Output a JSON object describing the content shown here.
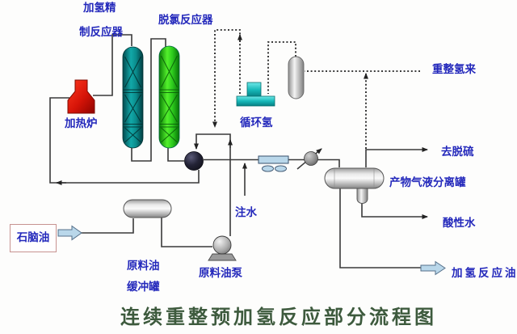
{
  "title": "连续重整预加氢反应部分流程图",
  "labels": {
    "hydrofiner_line1": "加氢精",
    "hydrofiner_line2": "制反应器",
    "dechlorination_reactor": "脱氯反应器",
    "heating_furnace": "加热炉",
    "recycle_hydrogen": "循环氢",
    "reformer_hydrogen_in": "重整氢来",
    "to_desulfurization": "去脱硫",
    "product_separator": "产物气液分离罐",
    "sour_water": "酸性水",
    "water_injection": "注水",
    "naphtha": "石脑油",
    "feed_tank_line1": "原料油",
    "feed_tank_line2": "缓冲罐",
    "feed_oil_pump": "原料油泵",
    "hydrogenated_oil": "加氢反应油"
  },
  "equipment_icons": [
    "heating-furnace-icon",
    "hydrofining-reactor-icon",
    "dechlorination-reactor-icon",
    "feed-effluent-exchanger-icon",
    "recycle-compressor-icon",
    "compressor-suction-drum-icon",
    "air-cooler-icon",
    "trim-cooler-icon",
    "product-separator-icon",
    "separator-boot-icon",
    "feed-buffer-tank-icon",
    "feed-pump-icon"
  ],
  "colors": {
    "label_blue": "#2328bb",
    "title_green": "#3d5a3d",
    "reactor1_teal": "#0b8d8d",
    "reactor2_green": "#2ecc1e",
    "furnace_red": "#cc1408",
    "compressor_cyan": "#17b9b9",
    "air_cooler_blue": "#b9d7ea",
    "block_arrow_blue": "#b9d7ea",
    "vessel_gray": "#c9c9c9",
    "pipe_dark": "#3a3a3a",
    "naphtha_box_border": "#c79390"
  }
}
